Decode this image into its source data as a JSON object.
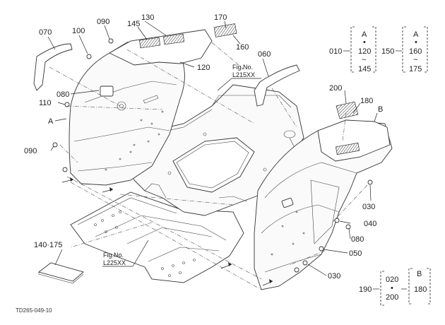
{
  "diagram_id": "TD265-049-10",
  "callouts": {
    "c070": "070",
    "c100": "100",
    "c090a": "090",
    "c145": "145",
    "c130": "130",
    "c170": "170",
    "c160": "160",
    "c120": "120",
    "c060": "060",
    "c080a": "080",
    "c110": "110",
    "cA": "A",
    "c090b": "090",
    "c200": "200",
    "c180": "180",
    "cB": "B",
    "c030a": "030",
    "c040": "040",
    "c080b": "080",
    "c050": "050",
    "c030b": "030",
    "c140_175": "140·175"
  },
  "references": {
    "fig_top_line1": "Fig.No.",
    "fig_top_line2": "L215XX",
    "fig_bottom_line1": "Fig.No.",
    "fig_bottom_line2": "L225XX"
  },
  "legend": {
    "g010": {
      "code": "010",
      "variant": "A",
      "from": "120",
      "to": "145"
    },
    "g150": {
      "code": "150",
      "variant": "A",
      "from": "160",
      "to": "175"
    },
    "g190": {
      "code": "190",
      "from": "020",
      "to": "200",
      "variant": "B",
      "value": "180"
    },
    "dot": "•",
    "tilde": "~"
  },
  "colors": {
    "line": "#333333",
    "background": "#ffffff"
  }
}
